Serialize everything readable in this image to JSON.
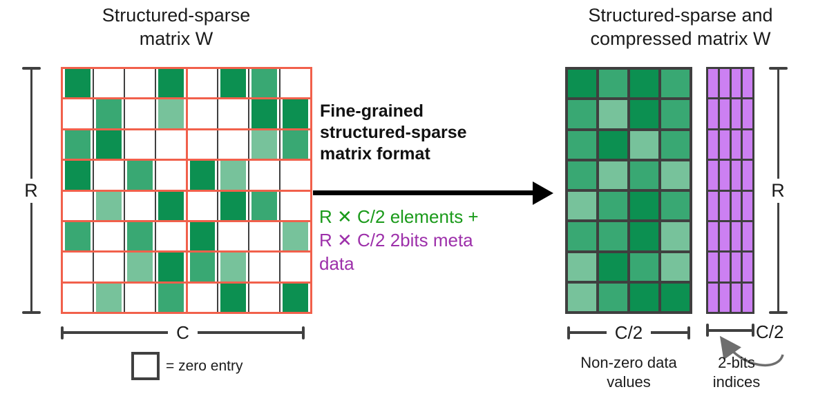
{
  "left": {
    "title_lines": [
      "Structured-sparse",
      "matrix W"
    ],
    "r_label": "R",
    "c_label": "C",
    "legend_text": "= zero entry",
    "grid": [
      [
        "D",
        "W",
        "W",
        "D",
        "W",
        "D",
        "M",
        "W"
      ],
      [
        "W",
        "M",
        "W",
        "L",
        "W",
        "W",
        "D",
        "D"
      ],
      [
        "M",
        "D",
        "W",
        "W",
        "W",
        "W",
        "L",
        "M"
      ],
      [
        "D",
        "W",
        "M",
        "W",
        "D",
        "L",
        "W",
        "W"
      ],
      [
        "W",
        "L",
        "W",
        "D",
        "W",
        "D",
        "M",
        "W"
      ],
      [
        "M",
        "W",
        "M",
        "W",
        "D",
        "W",
        "W",
        "L"
      ],
      [
        "W",
        "W",
        "L",
        "D",
        "M",
        "L",
        "W",
        "W"
      ],
      [
        "W",
        "L",
        "W",
        "M",
        "W",
        "D",
        "W",
        "D"
      ]
    ]
  },
  "middle": {
    "heading_lines": [
      "Fine-grained",
      "structured-sparse",
      "matrix format"
    ],
    "green_line": "R ✕ C/2 elements +",
    "purple_lines": [
      "R ✕ C/2 2bits meta",
      "data"
    ]
  },
  "right": {
    "title_lines": [
      "Structured-sparse and",
      "compressed matrix W"
    ],
    "r_label": "R",
    "values_c2_label": "C/2",
    "indices_c2_label": "C/2",
    "values_caption_lines": [
      "Non-zero data",
      "values"
    ],
    "indices_caption_lines": [
      "2-bits",
      "indices"
    ],
    "values_grid": [
      [
        "D",
        "M",
        "D",
        "M"
      ],
      [
        "M",
        "L",
        "D",
        "M"
      ],
      [
        "M",
        "D",
        "L",
        "M"
      ],
      [
        "M",
        "L",
        "M",
        "L"
      ],
      [
        "L",
        "M",
        "D",
        "M"
      ],
      [
        "M",
        "M",
        "D",
        "L"
      ],
      [
        "L",
        "D",
        "M",
        "L"
      ],
      [
        "L",
        "M",
        "D",
        "D"
      ]
    ],
    "indices_grid_size": {
      "rows": 8,
      "cols": 4
    }
  },
  "colors": {
    "cell": {
      "D": "#0c9051",
      "M": "#39a873",
      "L": "#77c29b",
      "W": "#ffffff"
    },
    "purple_cell": "#cc80f2",
    "red_border": "#f1604b",
    "dark_border": "#3f3f3f",
    "green_text": "#1a9a1a",
    "purple_text": "#9d30aa"
  }
}
